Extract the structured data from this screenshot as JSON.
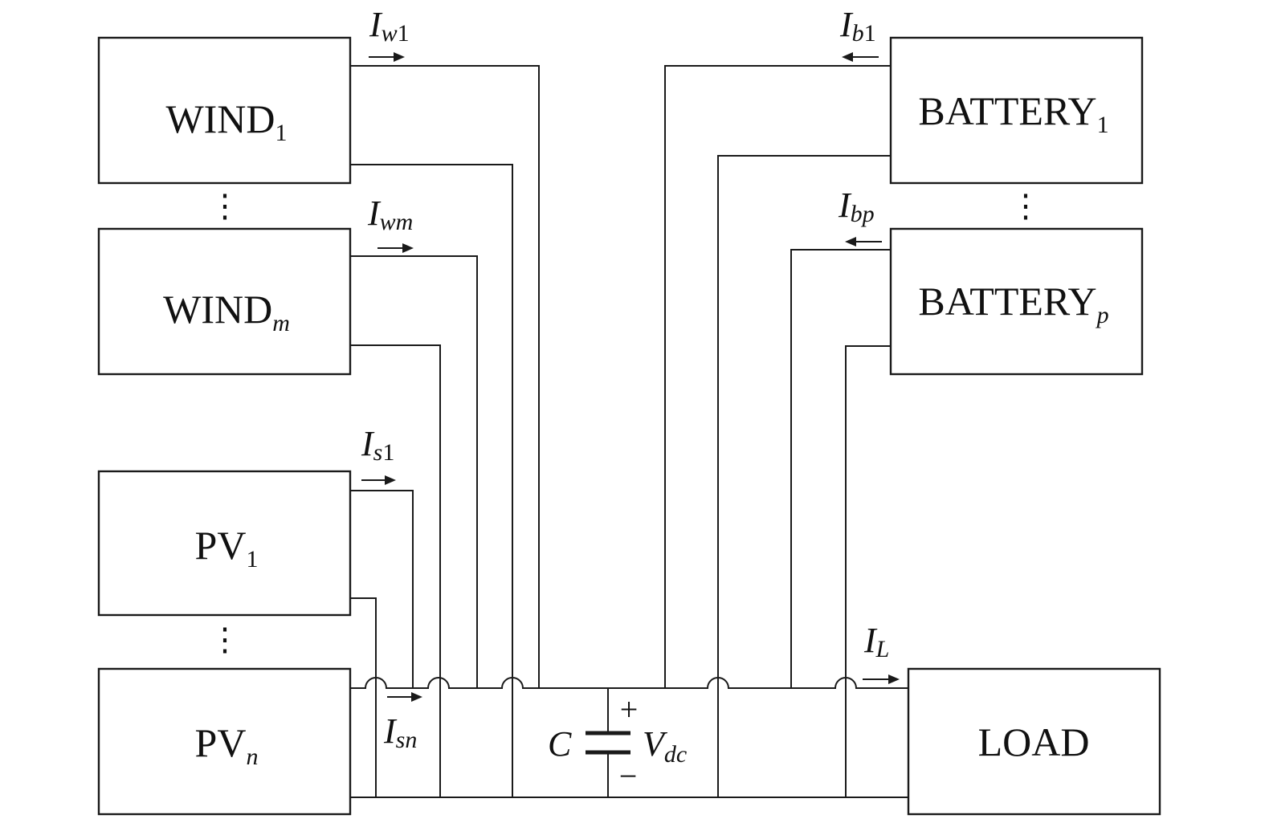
{
  "blocks": {
    "wind_1": {
      "label": "WIND",
      "sub": "1"
    },
    "wind_m": {
      "label": "WIND",
      "sub": "m"
    },
    "pv_1": {
      "label": "PV",
      "sub": "1"
    },
    "pv_n": {
      "label": "PV",
      "sub": "n"
    },
    "battery_1": {
      "label": "BATTERY",
      "sub": "1"
    },
    "battery_p": {
      "label": "BATTERY",
      "sub": "p"
    },
    "load": {
      "label": "LOAD"
    }
  },
  "currents": {
    "iw1": {
      "symbol": "I",
      "sub": "w",
      "num": "1"
    },
    "iwm": {
      "symbol": "I",
      "sub": "wm"
    },
    "is1": {
      "symbol": "I",
      "sub": "s",
      "num": "1"
    },
    "isn": {
      "symbol": "I",
      "sub": "sn"
    },
    "ib1": {
      "symbol": "I",
      "sub": "b",
      "num": "1"
    },
    "ibp": {
      "symbol": "I",
      "sub": "bp"
    },
    "il": {
      "symbol": "I",
      "sub": "L"
    }
  },
  "capacitor": {
    "label": "C",
    "voltage_symbol": "V",
    "voltage_sub": "dc",
    "plus": "+",
    "minus": "−"
  },
  "ellipsis": "⋮"
}
